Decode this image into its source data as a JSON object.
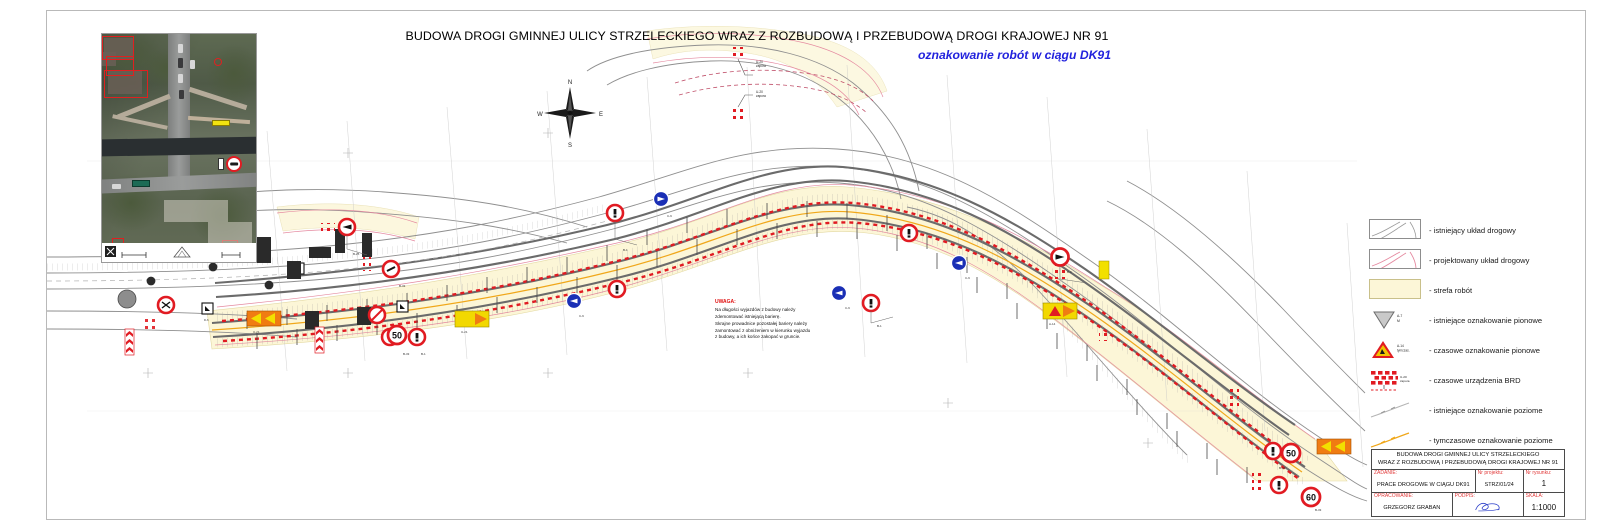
{
  "document": {
    "title_main": "BUDOWA DROGI GMINNEJ ULICY STRZELECKIEGO WRAZ Z ROZBUDOWĄ I PRZEBUDOWĄ DROGI KRAJOWEJ NR 91",
    "title_sub": "oznakowanie robót w ciągu DK91"
  },
  "note": {
    "header": "UWAGA:",
    "lines": [
      "Na długości wyjazdów z budowy należy",
      "zdemontować istniejącą barierę.",
      "Skrajne prowadnice pozostałej bariery należy",
      "zamontować z obniżeniem w kierunku wyjazdu",
      "z budowy, a ich końce zakopać w gruncie."
    ]
  },
  "compass": {
    "north": "N",
    "south": "S",
    "east": "E",
    "west": "W"
  },
  "legend": {
    "items": [
      {
        "key": "existing-road-layout",
        "label": "- istniejący układ drogowy"
      },
      {
        "key": "designed-road-layout",
        "label": "- projektowany układ drogowy"
      },
      {
        "key": "work-zone",
        "label": "- strefa robót"
      },
      {
        "key": "existing-vertical-signage",
        "label": "- istniejące oznakowanie pionowe",
        "code": "A-7\nM"
      },
      {
        "key": "temporary-vertical-signage",
        "label": "- czasowe oznakowanie pionowe",
        "code": "A-14\ntymczas."
      },
      {
        "key": "temporary-brd-devices",
        "label": "- czasowe urządzenia BRD",
        "code": "U-20\nzapora"
      },
      {
        "key": "existing-horizontal-marking",
        "label": "- istniejące oznakowanie poziome"
      },
      {
        "key": "temporary-horizontal-marking",
        "label": "- tymczasowe oznakowanie poziome"
      }
    ]
  },
  "title_block": {
    "header_line1": "BUDOWA DROGI GMINNEJ ULICY STRZELECKIEGO",
    "header_line2": "WRAZ Z ROZBUDOWĄ I PRZEBUDOWĄ DROGI KRAJOWEJ NR 91",
    "task_label": "ZADANIE:",
    "task_value": "PRACE DROGOWE W CIĄGU DK91",
    "project_no_label": "Nr projektu:",
    "project_no_value": "STRZ/01/24",
    "drawing_no_label": "Nr rysunku:",
    "drawing_no_value": "1",
    "author_label": "OPRACOWANIE:",
    "author_value": "GRZEGORZ GRABAN",
    "signature_label": "PODPIS:",
    "scale_label": "SKALA:",
    "scale_value": "1:1000"
  },
  "colors": {
    "work_zone": "#fcf6d7",
    "designed_road": "#e58aa0",
    "existing_road": "#9a9a9a",
    "temporary_marking": "#f0a71a",
    "sign_red": "#e11b22",
    "sign_blue": "#1a2fb5",
    "sign_yellow": "#f2c400",
    "title_sub": "#2222dd",
    "label_red": "#e23a3a"
  },
  "map_signs": {
    "speed_limits": [
      "50",
      "50",
      "60"
    ],
    "signs_present": [
      "no-entry",
      "no-overtaking",
      "speed-limit-50",
      "speed-limit-60",
      "mandatory-left-arrow",
      "roadworks-warning",
      "detour-arrow-board",
      "chevron-board",
      "direction-board"
    ]
  }
}
